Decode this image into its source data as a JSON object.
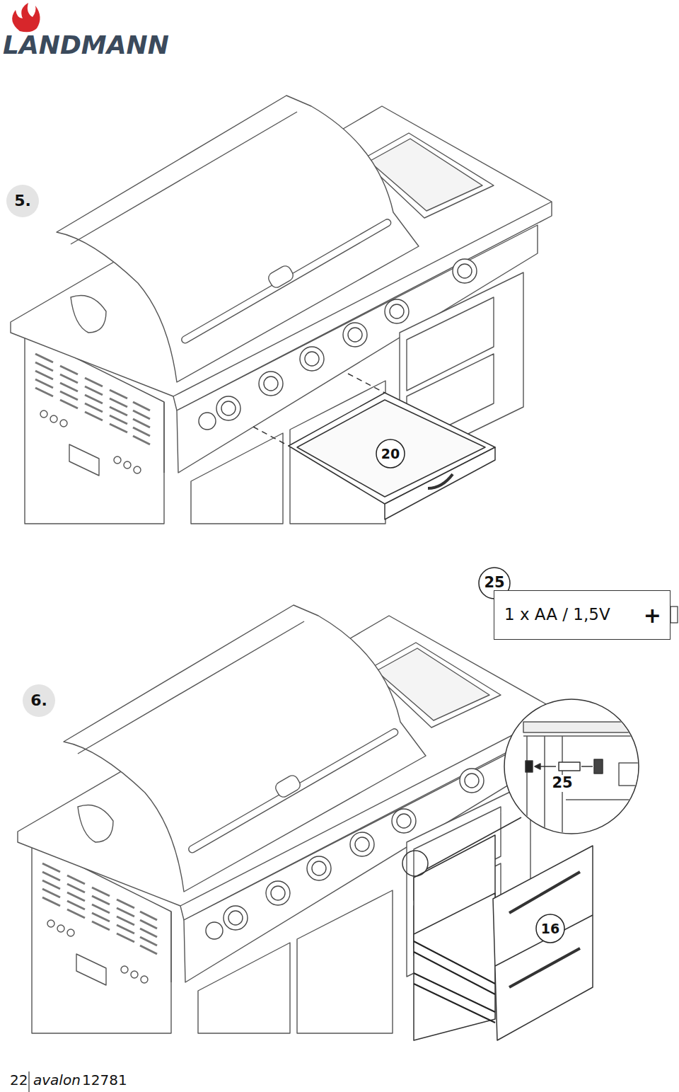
{
  "diagram": {
    "nodes": [
      {
        "text": [
          "5."
        ]
      },
      {
        "text": [
          "20"
        ]
      },
      {
        "text": [
          "25"
        ]
      },
      {
        "text": [
          "1 x AA / 1,5V",
          "+"
        ]
      },
      {
        "text": [
          "6."
        ]
      },
      {
        "text": [
          "16"
        ]
      }
    ],
    "labels": [
      "LANDMANN",
      "25",
      "22",
      "avalon",
      "12781"
    ]
  }
}
